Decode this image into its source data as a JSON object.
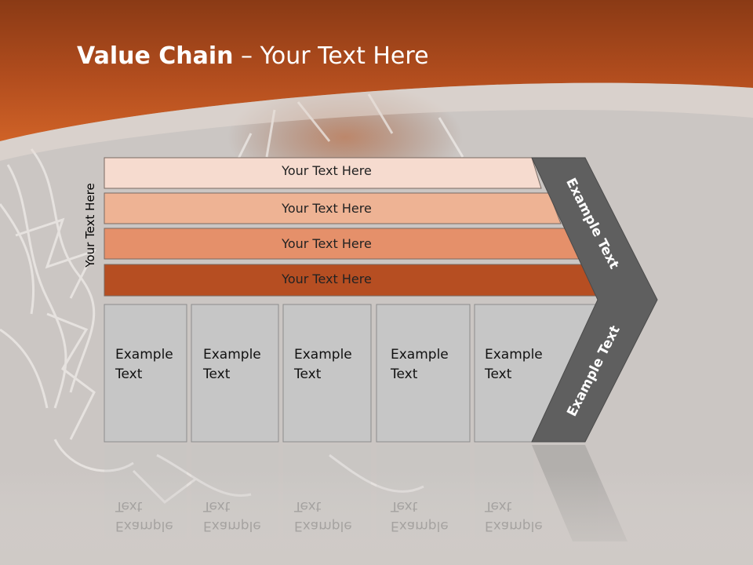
{
  "slide": {
    "title_bold": "Value Chain",
    "title_rest": " – Your Text Here",
    "vertical_label": "Your Text Here",
    "bars": [
      {
        "label": "Your Text Here",
        "color": "#f6dbcf"
      },
      {
        "label": "Your Text Here",
        "color": "#eeb394"
      },
      {
        "label": "Your Text Here",
        "color": "#e5906a"
      },
      {
        "label": "Your Text Here",
        "color": "#b64e22"
      }
    ],
    "boxes": [
      {
        "line1": "Example",
        "line2": "Text"
      },
      {
        "line1": "Example",
        "line2": "Text"
      },
      {
        "line1": "Example",
        "line2": "Text"
      },
      {
        "line1": "Example",
        "line2": "Text"
      },
      {
        "line1": "Example",
        "line2": "Text"
      }
    ],
    "chevron_top": "Example Text",
    "chevron_bottom": "Example Text",
    "colors": {
      "header": "#c75a25",
      "background": "#cbc6c3",
      "box": "#c6c6c6",
      "chevron": "#5f5f5f"
    }
  }
}
